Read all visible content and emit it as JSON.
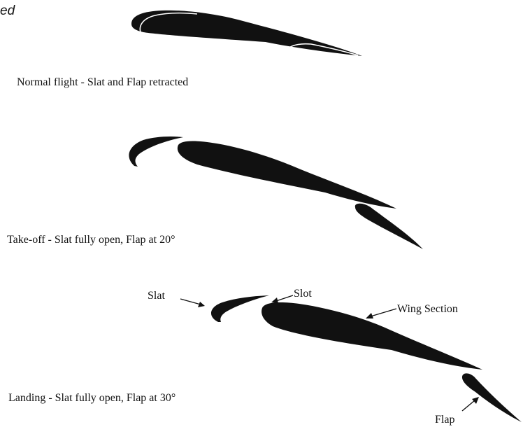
{
  "fragment_text": "ed",
  "configurations": [
    {
      "id": "normal",
      "caption": "Normal flight - Slat and Flap retracted"
    },
    {
      "id": "takeoff",
      "caption": "Take-off - Slat fully open, Flap at 20°"
    },
    {
      "id": "landing",
      "caption": "Landing - Slat fully open, Flap at 30°"
    }
  ],
  "callouts": {
    "slat": "Slat",
    "slot": "Slot",
    "wing_section": "Wing Section",
    "flap": "Flap"
  },
  "colors": {
    "airfoil": "#111111",
    "background": "#ffffff",
    "highlight": "#ffffff"
  }
}
